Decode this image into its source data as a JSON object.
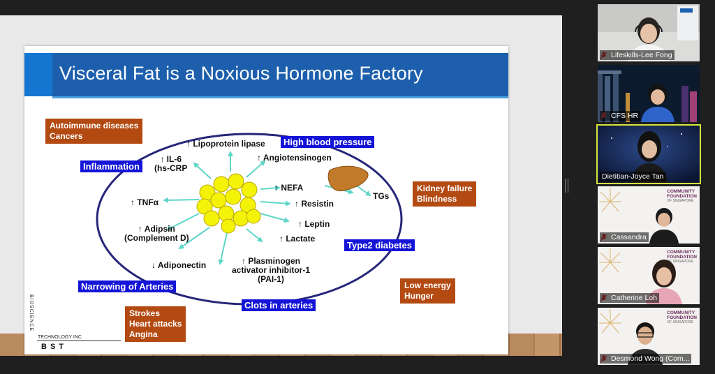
{
  "slide": {
    "title": "Visceral Fat is a Noxious Hormone Factory",
    "outer_boxes": [
      {
        "text": "Autoimmune diseases\nCancers"
      },
      {
        "text": "Kidney failure\nBlindness"
      },
      {
        "text": "Low energy\nHunger"
      },
      {
        "text": "Strokes\nHeart attacks\nAngina"
      }
    ],
    "blue_boxes": [
      "Inflammation",
      "High blood pressure",
      "Type2 diabetes",
      "Narrowing of Arteries",
      "Clots in arteries"
    ],
    "labels": [
      "↑ Lipoprotein lipase",
      "↑ IL-6\n(hs-CRP",
      "↑ Angiotensinogen",
      "↑ NEFA",
      "TGs",
      "↑ Resistin",
      "↑ TNFα",
      "↑ Leptin",
      "↑ Adipsin\n(Complement D)",
      "↑ Lactate",
      "↓ Adiponectin",
      "↑ Plasminogen\nactivator inhibitor-1\n(PAI-1)"
    ],
    "logo": {
      "vertical": "BIOSCIENCE",
      "small": "TECHNOLOGY INC",
      "text": "BST"
    }
  },
  "participants": [
    {
      "name": "Lifeskills-Lee Fong",
      "active": false
    },
    {
      "name": "CFS HR",
      "active": false
    },
    {
      "name": "Dietitian-Joyce Tan",
      "active": true
    },
    {
      "name": "Cassandra",
      "active": false
    },
    {
      "name": "Catherine Loh",
      "active": false
    },
    {
      "name": "Desmond Wong (Com...",
      "active": false
    }
  ],
  "community_foundation": {
    "line1": "COMMUNITY",
    "line2": "FOUNDATION",
    "line3": "OF SINGAPORE"
  },
  "colors": {
    "slide_title_bar": "#1d5fad",
    "orange_box": "#b34a12",
    "blue_box": "#1414d8",
    "ellipse": "#26267a",
    "arrows": "#5fd6c8",
    "fat_cells": "#f5f20a",
    "active_speaker": "#d7e63b"
  }
}
